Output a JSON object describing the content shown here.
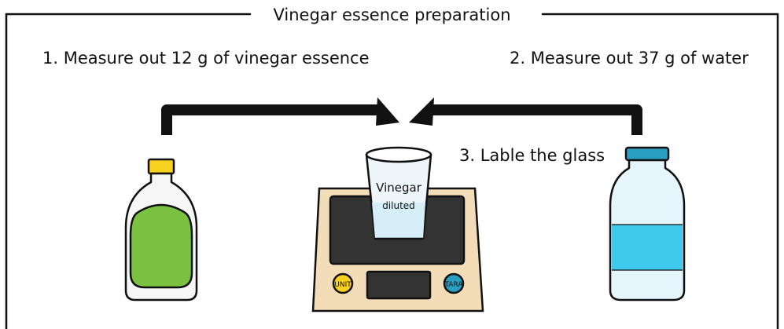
{
  "diagram": {
    "title": "Vinegar essence preparation",
    "steps": [
      {
        "label": "1. Measure out 12 g of vinegar essence"
      },
      {
        "label": "2. Measure out 37 g of water"
      },
      {
        "label": "3. Lable the glass"
      }
    ],
    "glass": {
      "line1": "Vinegar",
      "line2": "diluted"
    },
    "scale": {
      "left_button": "UNIT",
      "right_button": "TARA"
    }
  },
  "colors": {
    "outline": "#111111",
    "vinegar_liquid": "#7cc242",
    "vinegar_cap": "#f7d21e",
    "water_cap": "#2b9fc1",
    "water_liquid": "#40c9ec",
    "water_bottle": "#e4f5fc",
    "scale_body": "#f3dcb8",
    "scale_display": "#333333",
    "unit_button": "#f7d21e",
    "tara_button": "#2b9fc1"
  }
}
